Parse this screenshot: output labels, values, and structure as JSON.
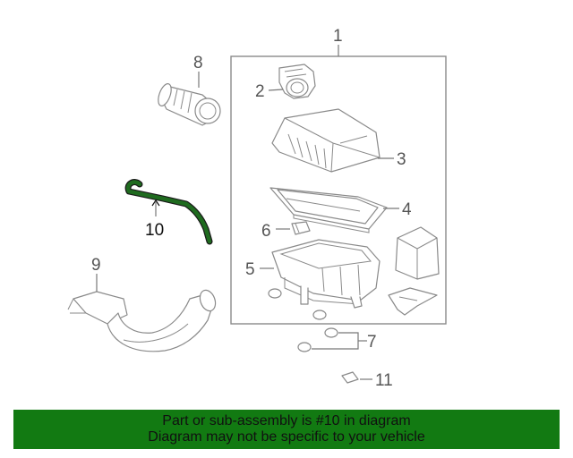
{
  "callouts": {
    "c1": "1",
    "c2": "2",
    "c3": "3",
    "c4": "4",
    "c5": "5",
    "c6": "6",
    "c7": "7",
    "c8": "8",
    "c9": "9",
    "c10": "10",
    "c11": "11"
  },
  "highlighted_part": "10",
  "banner": {
    "line1": "Part or sub-assembly is #10 in diagram",
    "line2": "Diagram may not be specific to your vehicle"
  },
  "colors": {
    "highlight": "#1f6b1f",
    "banner_bg": "#127a12",
    "line": "#8a8a8a"
  }
}
